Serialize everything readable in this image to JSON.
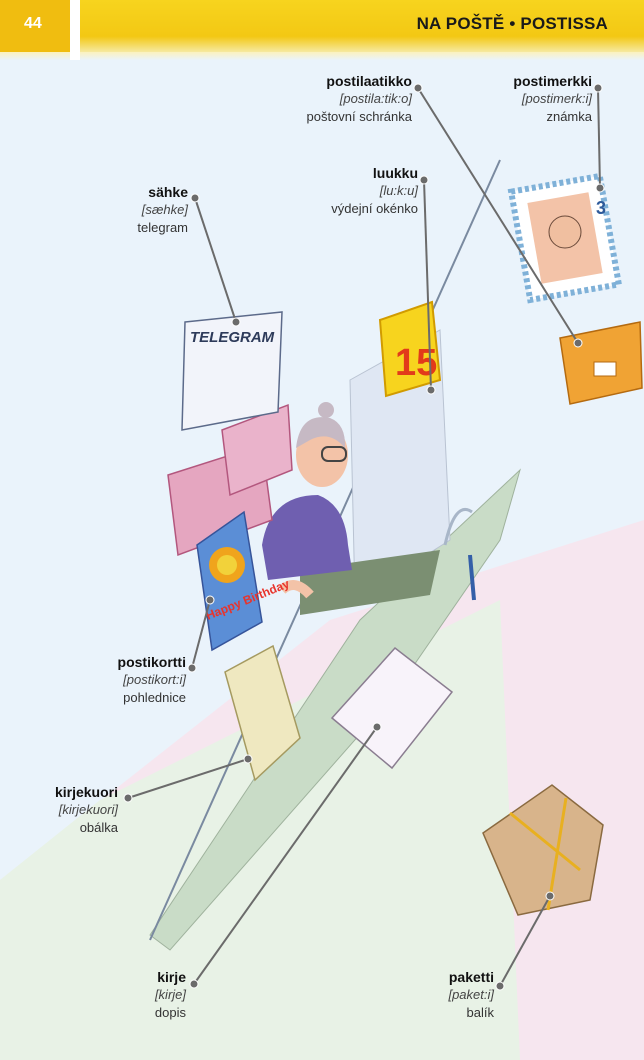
{
  "header": {
    "page_number": "44",
    "title": "NA POŠTĚ • POSTISSA"
  },
  "illustration": {
    "telegram_text": "TELEGRAM",
    "window_number": "15",
    "stamp_value": "3",
    "card_text": "Happy Birthday"
  },
  "labels": [
    {
      "key": "postilaatikko",
      "word": "postilaatikko",
      "pron": "[postila:tik:o]",
      "translation": "poštovní schránka"
    },
    {
      "key": "postimerkki",
      "word": "postimerkki",
      "pron": "[postimerk:i]",
      "translation": "známka"
    },
    {
      "key": "sahke",
      "word": "sähke",
      "pron": "[sæhke]",
      "translation": "telegram"
    },
    {
      "key": "luukku",
      "word": "luukku",
      "pron": "[lu:k:u]",
      "translation": "výdejní okénko"
    },
    {
      "key": "postikortti",
      "word": "postikortti",
      "pron": "[postikort:i]",
      "translation": "pohlednice"
    },
    {
      "key": "kirjekuori",
      "word": "kirjekuori",
      "pron": "[kirjekuori]",
      "translation": "obálka"
    },
    {
      "key": "kirje",
      "word": "kirje",
      "pron": "[kirje]",
      "translation": "dopis"
    },
    {
      "key": "paketti",
      "word": "paketti",
      "pron": "[paket:i]",
      "translation": "balík"
    }
  ]
}
